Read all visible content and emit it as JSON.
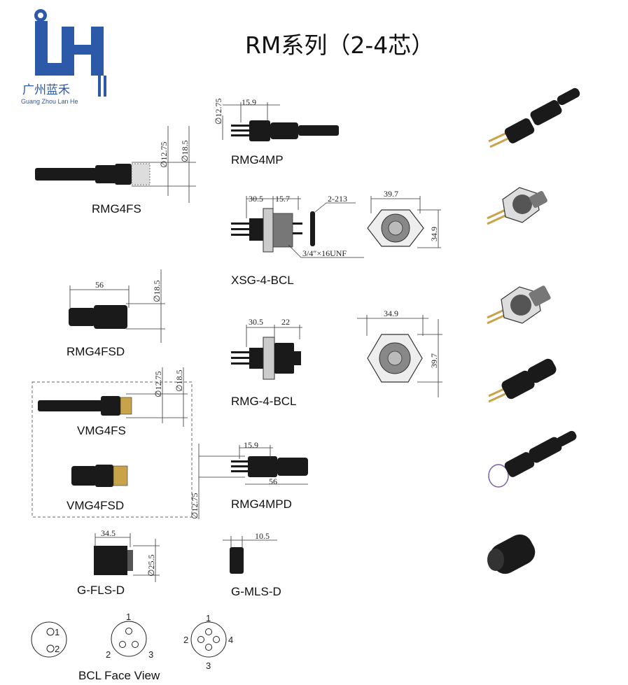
{
  "title": "RM系列（2-4芯）",
  "logo": {
    "cn": "广州蓝禾",
    "en": "Guang Zhou Lan He",
    "color": "#2c5aa8"
  },
  "parts": {
    "rmg4mp": "RMG4MP",
    "rmg4fs": "RMG4FS",
    "xsg4bcl": "XSG-4-BCL",
    "rmg4fsd": "RMG4FSD",
    "rmg4bcl": "RMG-4-BCL",
    "vmg4fs": "VMG4FS",
    "vmg4fsd": "VMG4FSD",
    "rmg4mpd": "RMG4MPD",
    "gflsd": "G-FLS-D",
    "gmlsd": "G-MLS-D"
  },
  "dims": {
    "mp_d": "∅12.75",
    "mp_l": "15.9",
    "fs_d1": "∅12.75",
    "fs_d2": "∅18.5",
    "xsg_l1": "30.5",
    "xsg_l2": "15.7",
    "xsg_oring": "2-213",
    "xsg_thread": "3/4″×16UNF",
    "xsg_w": "39.7",
    "xsg_h": "34.9",
    "fsd_l": "56",
    "fsd_d": "∅18.5",
    "bcl_l1": "30.5",
    "bcl_l2": "22",
    "bcl_w": "34.9",
    "bcl_h": "39.7",
    "vfs_d1": "∅12.75",
    "vfs_d2": "∅18.5",
    "mpd_l1": "15.9",
    "mpd_l2": "56",
    "mpd_d": "∅12.75",
    "fls_l": "34.5",
    "fls_d": "∅25.5",
    "mls_l": "10.5"
  },
  "face_view": {
    "label": "BCL Face View",
    "two": [
      "1",
      "2"
    ],
    "three": [
      "1",
      "2",
      "3"
    ],
    "four": [
      "1",
      "2",
      "3",
      "4"
    ]
  }
}
